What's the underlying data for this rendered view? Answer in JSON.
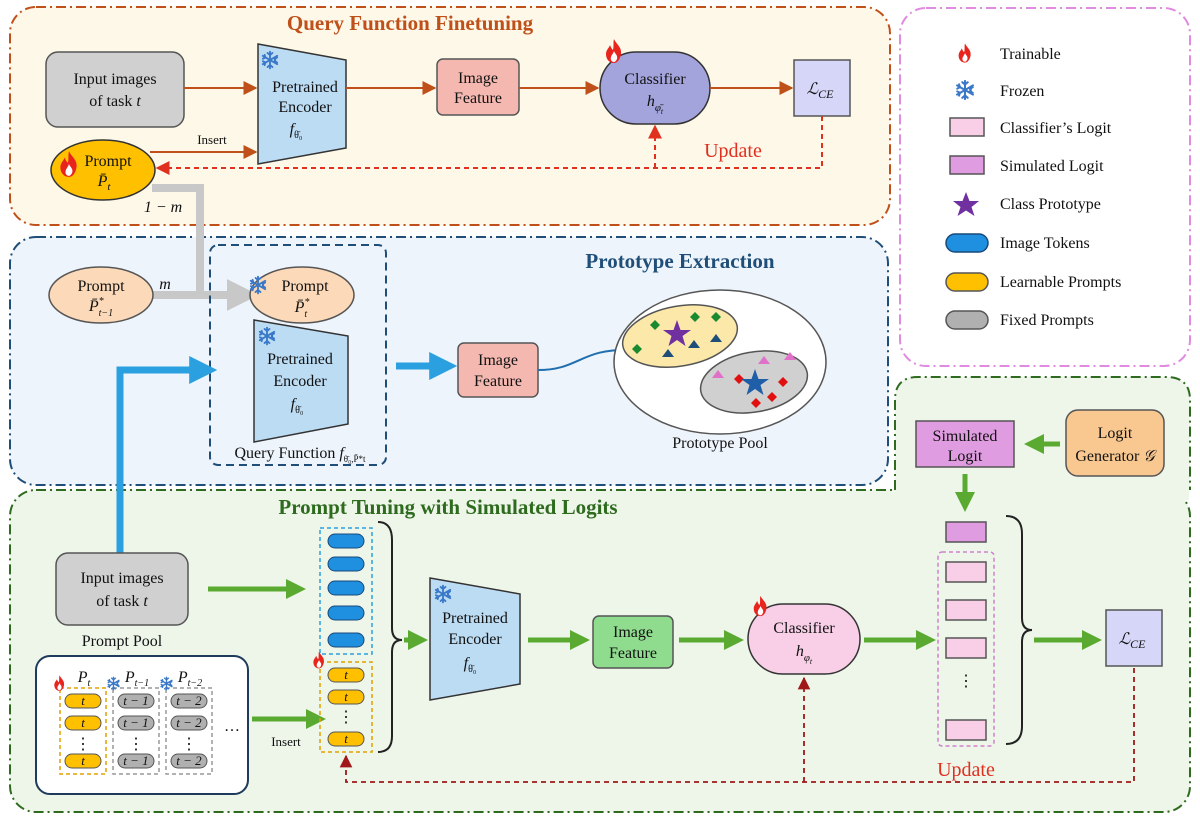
{
  "sections": {
    "query": {
      "title": "Query Function Finetuning",
      "title_color": "#c0501a"
    },
    "prototype": {
      "title": "Prototype Extraction",
      "title_color": "#1f4e79"
    },
    "tuning": {
      "title": "Prompt Tuning with Simulated Logits",
      "title_color": "#2e6b1f"
    }
  },
  "query": {
    "input_l1": "Input images",
    "input_l2_prefix": "of task ",
    "input_l2_var": "t",
    "encoder_l1": "Pretrained",
    "encoder_l2": "Encoder",
    "encoder_sym": "f",
    "encoder_sub": "θ̄₀",
    "feature_l1": "Image",
    "feature_l2": "Feature",
    "classifier_l1": "Classifier",
    "classifier_sym": "h",
    "classifier_sub": "φ̄",
    "classifier_subsub": "t",
    "loss": "ℒ",
    "loss_sub": "CE",
    "prompt_label": "Prompt",
    "prompt_sym": "P̄",
    "prompt_sub": "t",
    "insert_label": "Insert",
    "update_label": "Update",
    "momentum_label": "1 − m"
  },
  "prototype": {
    "old_prompt_label": "Prompt",
    "old_prompt_sym": "P̄",
    "old_prompt_sup": "*",
    "old_prompt_sub": "t−1",
    "m_label": "m",
    "new_prompt_label": "Prompt",
    "new_prompt_sym": "P̄",
    "new_prompt_sup": "*",
    "new_prompt_sub": "t",
    "encoder_l1": "Pretrained",
    "encoder_l2": "Encoder",
    "encoder_sym": "f",
    "encoder_sub": "θ̄₀",
    "query_function_label": "Query Function ",
    "query_function_sym": "f",
    "query_function_sub": "θ̄₀,P̄*t",
    "feature_l1": "Image",
    "feature_l2": "Feature",
    "pool_label": "Prototype Pool"
  },
  "tuning": {
    "input_l1": "Input images",
    "input_l2_prefix": "of task ",
    "input_l2_var": "t",
    "prompt_pool_label": "Prompt Pool",
    "pool_col1_head": "P",
    "pool_col1_sub": "t",
    "pool_col2_head": "P",
    "pool_col2_sub": "t−1",
    "pool_col3_head": "P",
    "pool_col3_sub": "t−2",
    "tok_t": "t",
    "tok_t1": "t − 1",
    "tok_t2": "t − 2",
    "vdots": "⋮",
    "hdots": "…",
    "insert_label": "Insert",
    "encoder_l1": "Pretrained",
    "encoder_l2": "Encoder",
    "encoder_sym": "f",
    "encoder_sub": "θ̄₀",
    "feature_l1": "Image",
    "feature_l2": "Feature",
    "classifier_l1": "Classifier",
    "classifier_sym": "h",
    "classifier_sub": "φ",
    "classifier_subsub": "t",
    "loss": "ℒ",
    "loss_sub": "CE",
    "simulated_l1": "Simulated",
    "simulated_l2": "Logit",
    "generator_l1": "Logit",
    "generator_l2": "Generator ",
    "generator_sym": "𝒢",
    "update_label": "Update"
  },
  "legend": {
    "items": [
      {
        "name": "trainable",
        "label": "Trainable",
        "icon": "flame-icon"
      },
      {
        "name": "frozen",
        "label": "Frozen",
        "icon": "snowflake-icon"
      },
      {
        "name": "classifier-logit",
        "label": "Classifier’s Logit",
        "icon": "classifier-logit-swatch"
      },
      {
        "name": "simulated-logit",
        "label": "Simulated Logit",
        "icon": "simulated-logit-swatch"
      },
      {
        "name": "class-prototype",
        "label": "Class Prototype",
        "icon": "star-icon"
      },
      {
        "name": "image-tokens",
        "label": "Image Tokens",
        "icon": "image-token-swatch"
      },
      {
        "name": "learnable-prompts",
        "label": "Learnable Prompts",
        "icon": "learnable-prompt-swatch"
      },
      {
        "name": "fixed-prompts",
        "label": "Fixed Prompts",
        "icon": "fixed-prompt-swatch"
      }
    ]
  },
  "colors": {
    "query_border": "#c0501a",
    "query_bg": "#fdf8e8",
    "prototype_border": "#1f4e79",
    "prototype_bg": "#eef4fb",
    "tuning_border": "#2e6b1f",
    "tuning_bg": "#eef6ea",
    "legend_border": "#e08ae0",
    "encoder": "#bcdcf4",
    "feature_red": "#f4b8b0",
    "feature_green": "#8fdc8f",
    "classifier_purple": "#a4a4dc",
    "classifier_pink": "#f8cfe6",
    "loss": "#d6d6f8",
    "prompt_orange": "#ffc000",
    "prompt_peach": "#fcd9b8",
    "gray_box": "#d0d0d0",
    "simulated": "#e09ce0",
    "generator": "#f8c890",
    "token_blue": "#1f8fe0",
    "arrow_orange": "#c0501a",
    "arrow_green": "#5aaa32",
    "arrow_blue": "#2aa0e0",
    "arrow_gray": "#c8c8c8",
    "update_red": "#e03020"
  }
}
